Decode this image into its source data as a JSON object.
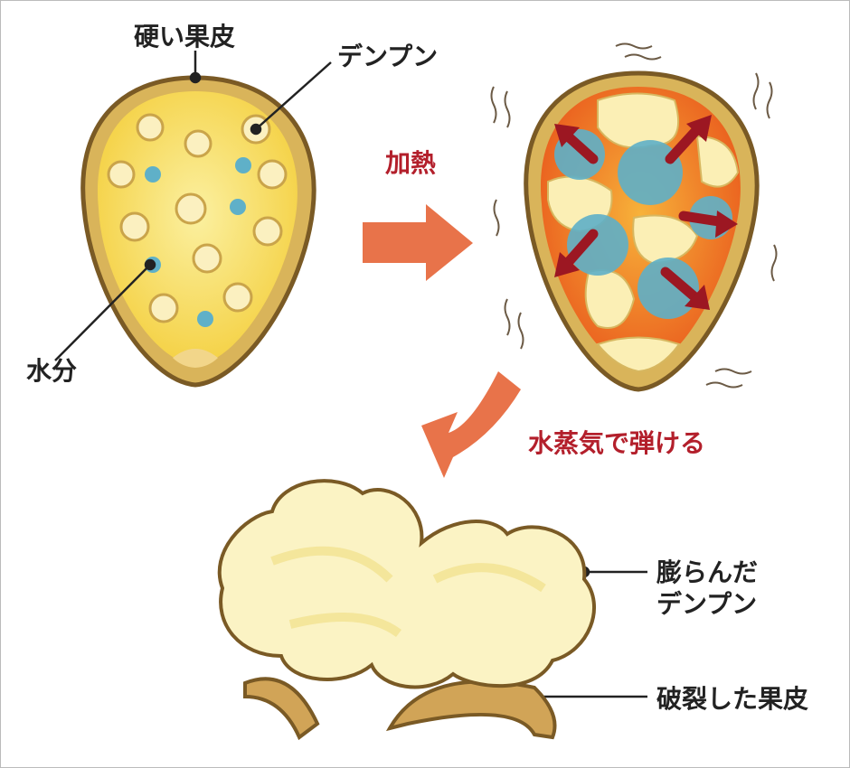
{
  "labels": {
    "hard_pericarp": "硬い果皮",
    "starch": "デンプン",
    "water": "水分",
    "heating": "加熱",
    "steam_pop": "水蒸気で弾ける",
    "expanded_starch_line1": "膨らんだ",
    "expanded_starch_line2": "デンプン",
    "ruptured_pericarp": "破裂した果皮"
  },
  "colors": {
    "accent_red": "#b31f2b",
    "arrow_orange": "#e8734a",
    "kernel_yellow": "#f7d54a",
    "hull_brown": "#8a6a30",
    "starch_cream": "#fbf0b8",
    "water_blue": "#5fb0c8",
    "heat_orange": "#ef7a1e"
  }
}
